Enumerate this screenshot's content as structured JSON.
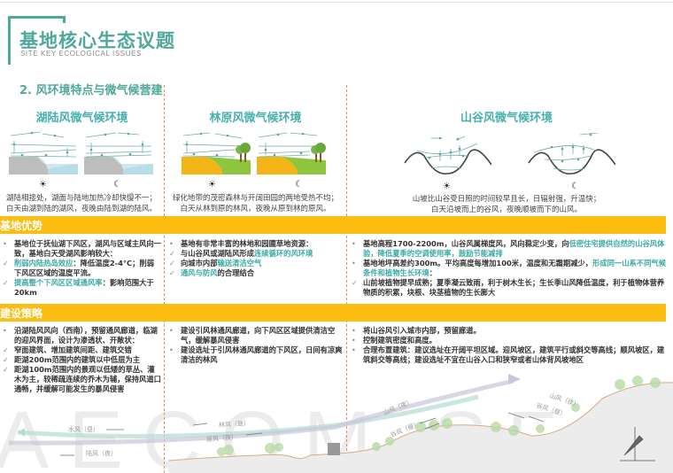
{
  "header": {
    "title": "基地核心生态议题",
    "subtitle": "SITE KEY ECOLOGICAL ISSUES",
    "section": "2. 风环境特点与微气候营建"
  },
  "columns": [
    {
      "title": "湖陆风微气候环境",
      "caption_line1": "湖陆相接处，湖面与陆地加热冷却快慢不一；",
      "caption_line2": "白天由湖到陆的湖风，夜晚由陆到湖的陆风。"
    },
    {
      "title": "林原风微气候环境",
      "caption_line1": "绿化地带的茂密森林与开阔田园的两地受热不均；",
      "caption_line2": "白天从林到原的林风，夜晚从原到林的原风。"
    },
    {
      "title": "山谷风微气候环境",
      "caption_line1": "山坡比山谷受日照的时间较早且长，日辐射强，升温快；",
      "caption_line2": "白天沿坡而上的谷风，夜晚顺坡而下的山风。"
    }
  ],
  "icons": {
    "sun": "☀",
    "moon": "☾"
  },
  "advantages": {
    "label": "基地优势",
    "col1": [
      {
        "marker": "•",
        "pre": "基地位于抚仙湖下风区，湖风与区域主风向一致，基地白天受湖风影响较大：",
        "hl": "",
        "post": ""
      },
      {
        "marker": "✓",
        "pre": "",
        "hl": "削弱内陆热岛效应",
        "post": "：降低温度2-4°C；削弱下风区区域的温度平流。"
      },
      {
        "marker": "✓",
        "pre": "",
        "hl": "提高整个下风区区域通风率",
        "post": "：影响范围大于20km"
      }
    ],
    "col2": [
      {
        "marker": "•",
        "pre": "基地有非常丰富的林地和园圃草地资源：",
        "hl": "",
        "post": ""
      },
      {
        "marker": "✓",
        "pre": "与山谷风或湖陆风形成",
        "hl": "连续循环的风环境",
        "post": ""
      },
      {
        "marker": "✓",
        "pre": "向城市内部",
        "hl": "输送清洁空气",
        "post": ""
      },
      {
        "marker": "✓",
        "pre": "",
        "hl": "通风与防风",
        "post": "的合理结合"
      }
    ],
    "col3": [
      {
        "marker": "•",
        "pre": "基地高程1700-2200m，山谷风属梯度风，风向稳定少变，向",
        "hl": "低密住宅提供自然的山谷风体验，降低夏季的空调使用率，鼓励节能减排",
        "post": ""
      },
      {
        "marker": "•",
        "pre": "基地地坪高差约300m。平均高度每增加100米，温度和无霜期减少，",
        "hl": "形成同一山系不同气候条件和植物生长环境",
        "post": "："
      },
      {
        "marker": "✓",
        "pre": "山前坡植物提早成熟；夏季凝云致雨，利于树木生长；生长季山风降低温度，利于植物体营养物质的积累，块根、块茎植物的生长膨大",
        "hl": "",
        "post": ""
      }
    ]
  },
  "strategies": {
    "label": "建设策略",
    "col1": [
      {
        "marker": "•",
        "text": "沿湖陆风风向（西南），预留通风廊道，临湖的迎风界面，设计为渗透状、开敞状："
      },
      {
        "marker": "✓",
        "text": "窄面建筑、增加建筑间距、建筑交错"
      },
      {
        "marker": "✓",
        "text": "距湖200m范围内的建筑以中低层为主"
      },
      {
        "marker": "✓",
        "text": "距湖100m范围内的景观以低矮的草丛、灌木为主，较稀疏连续的乔木为辅，保持风道口通畅，并缓解可能发生的暴风侵害"
      }
    ],
    "col2": [
      {
        "marker": "•",
        "text": "建设引风林通风廊道，向下风区区域提供清洁空气，缓解暴风侵害"
      },
      {
        "marker": "•",
        "text": "建设选址于引风林通风廊道的下风区，日间有凉爽清洁的林风"
      }
    ],
    "col3": [
      {
        "marker": "•",
        "text": "将山谷风引入城市内部，预留廊道。"
      },
      {
        "marker": "•",
        "text": "控制建筑密度和高度。"
      },
      {
        "marker": "•",
        "text": "合理布置建筑：建议选址在开阔平坦区域。迎风坡区，建筑平行或斜交等高线；顺风坡区，建筑斜交等高线；建设选址不宜在山谷入口和狭窄或者山体背风坡地区"
      }
    ]
  },
  "section_diagram": {
    "labels": {
      "water_wind_day": "水风（昼）",
      "land_wind_night": "陆风（夜）",
      "forest_wind_day": "林风（昼）",
      "field_wind_night": "原风（夜）",
      "mountain_wind_night_1": "山风（夜）",
      "valley_wind_day_1": "谷风（昼）",
      "mountain_wind_night_2": "山风（夜）",
      "valley_wind_day_2": "谷风（昼）"
    },
    "watermark": "AECOM SF FINAL"
  },
  "colors": {
    "accent_teal": "#4fa89b",
    "title_teal": "#45b0ad",
    "band_yellow": "#fdbd10",
    "divider_red": "#e58b6e"
  }
}
